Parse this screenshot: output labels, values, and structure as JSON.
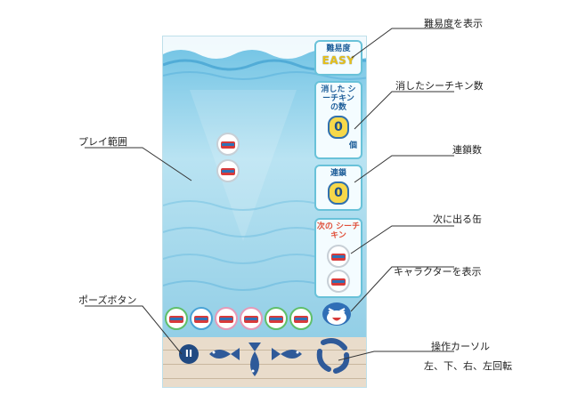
{
  "game": {
    "difficulty_heading": "難易度",
    "difficulty_value": "EASY",
    "erased_heading": "消した シーチキン の数",
    "erased_count": "0",
    "erased_unit": "個",
    "chain_heading": "連鎖",
    "chain_count": "0",
    "next_heading": "次の シーチキン",
    "pause_label": "II"
  },
  "callouts": {
    "difficulty": "難易度を表示",
    "erased": "消したシーチキン数",
    "chain": "連鎖数",
    "next_can": "次に出る缶",
    "character": "キャラクターを表示",
    "play_area": "プレイ範囲",
    "pause": "ポーズボタン",
    "controls": "操作カーソル",
    "controls_detail": "左、下、右、左回転"
  },
  "colors": {
    "water": "#9fd6ea",
    "panel_border": "#69c2d9",
    "accent_yellow": "#f6d84a",
    "navy": "#214a82"
  }
}
